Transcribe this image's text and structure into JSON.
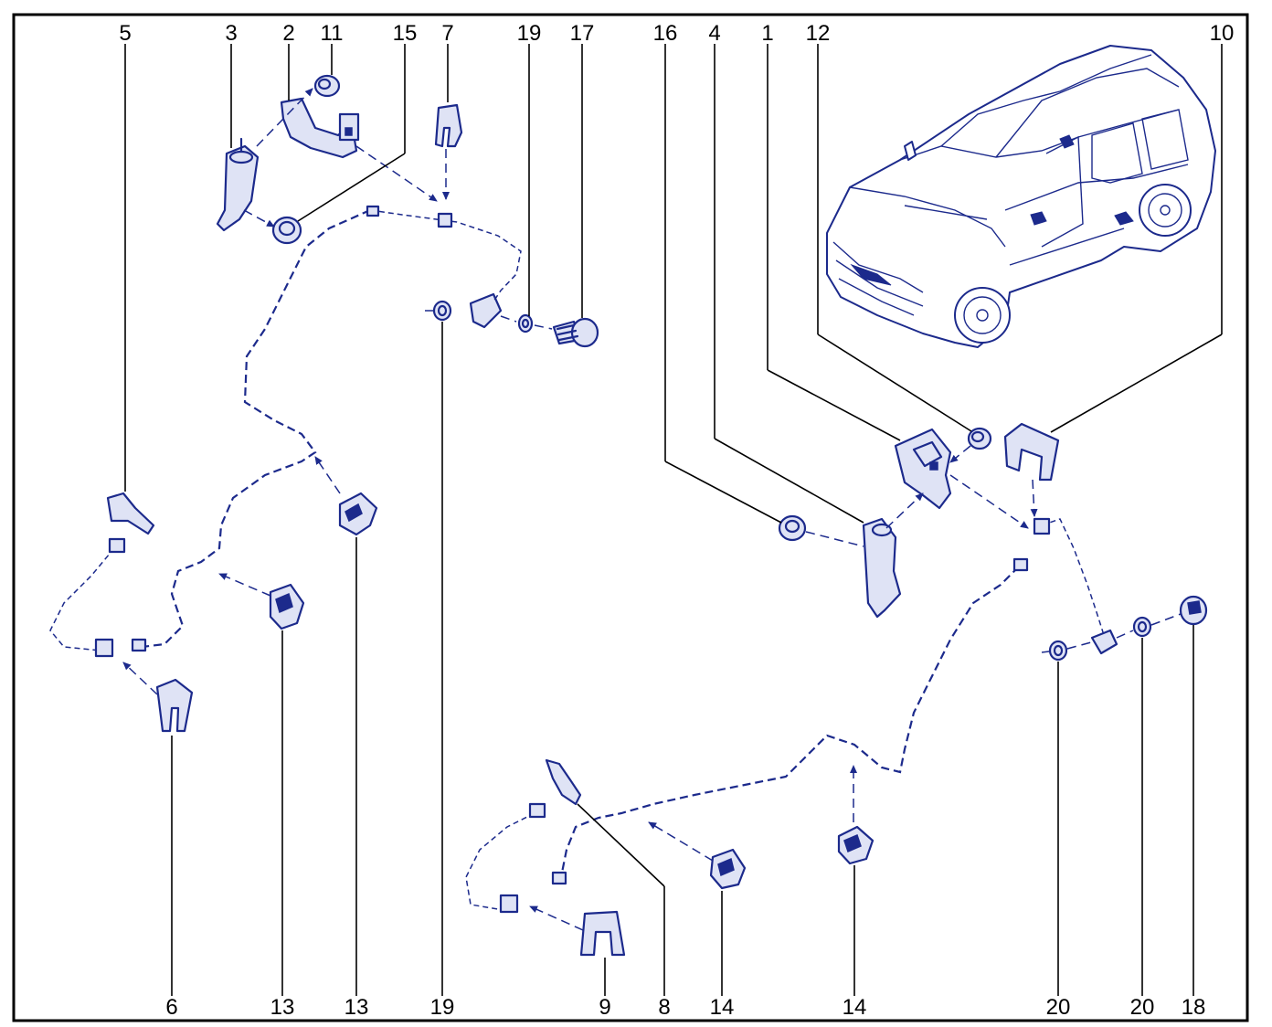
{
  "diagram": {
    "line_color": "#1c2a8c",
    "callouts": {
      "top": [
        "5",
        "3",
        "2",
        "11",
        "15",
        "7",
        "19",
        "17",
        "16",
        "4",
        "1",
        "12",
        "10"
      ],
      "bottom": [
        "6",
        "13",
        "13",
        "19",
        "9",
        "8",
        "14",
        "14",
        "20",
        "20",
        "18"
      ]
    }
  }
}
